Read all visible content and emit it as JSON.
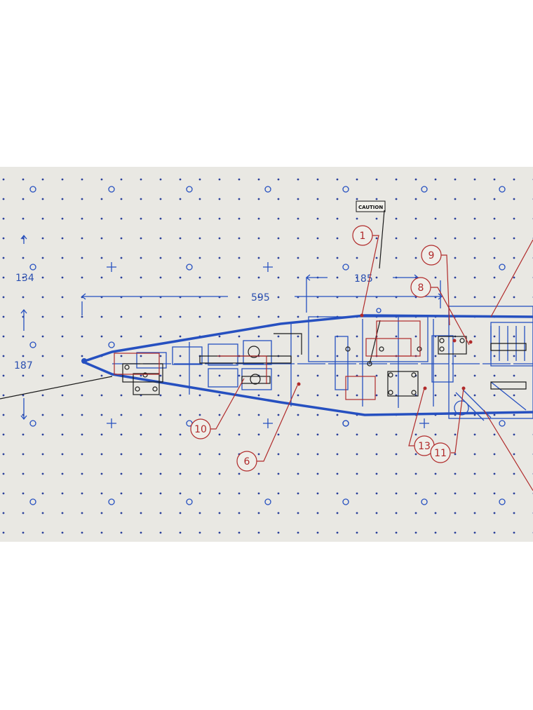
{
  "drawing": {
    "caution_label": "CAUTION",
    "dimensions": {
      "height_upper": "134",
      "height_lower": "187",
      "overall_length": "595",
      "section_length": "185"
    },
    "callouts": [
      "1",
      "9",
      "8",
      "10",
      "6",
      "13",
      "11"
    ],
    "colors": {
      "paper": "#e9e8e3",
      "linework": "#2650c0",
      "callouts": "#b02a2a",
      "detail": "#1a1a1a"
    }
  }
}
